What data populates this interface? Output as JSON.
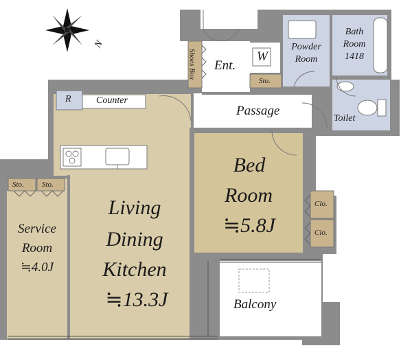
{
  "compass": {
    "north_label": "N"
  },
  "rooms": {
    "ldk": {
      "line1": "Living",
      "line2": "Dining",
      "line3": "Kitchen",
      "area": "≒13.3J"
    },
    "bedroom": {
      "line1": "Bed",
      "line2": "Room",
      "area": "≒5.8J"
    },
    "service_room": {
      "line1": "Service",
      "line2": "Room",
      "area": "≒4.0J"
    },
    "balcony": {
      "label": "Balcony"
    },
    "passage": {
      "label": "Passage"
    },
    "entrance": {
      "label": "Ent."
    },
    "powder_room": {
      "line1": "Powder",
      "line2": "Room"
    },
    "bathroom": {
      "line1": "Bath",
      "line2": "Room",
      "size": "1418"
    },
    "toilet": {
      "label": "Toilet"
    }
  },
  "fixtures": {
    "refrigerator": "R",
    "counter": "Counter",
    "shoes_box": "Shoes Box",
    "washer": "W",
    "storage_entry": "Sto.",
    "storage_service_1": "Sto.",
    "storage_service_2": "Sto.",
    "closet_1": "Clo.",
    "closet_2": "Clo."
  },
  "colors": {
    "wall": "#8c8c8c",
    "floor_wood": "#d9ccaa",
    "floor_bedroom": "#d4c49a",
    "floor_wet": "#cdd4e4",
    "floor_plain": "#ffffff",
    "storage": "#c9b48e"
  }
}
